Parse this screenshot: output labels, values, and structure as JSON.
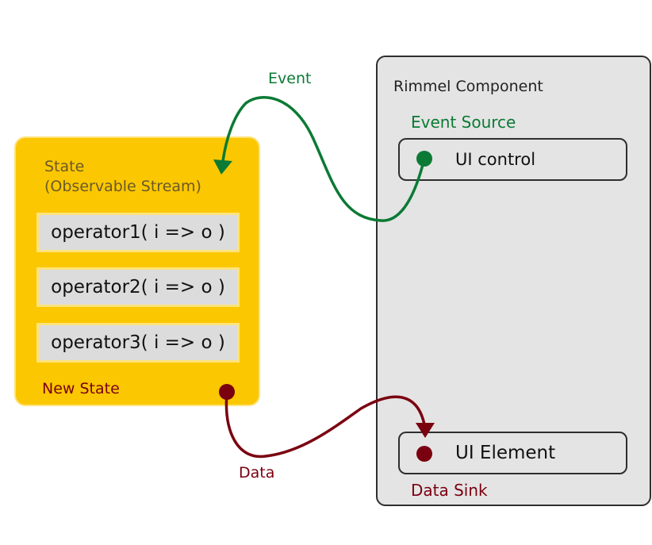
{
  "state": {
    "title": "State\n(Observable Stream)",
    "operators": [
      "operator1( i => o )",
      "operator2( i => o )",
      "operator3( i => o )"
    ],
    "new_state_label": "New State"
  },
  "component": {
    "title": "Rimmel Component",
    "event_source_label": "Event Source",
    "ui_control_label": "UI control",
    "ui_element_label": "UI Element",
    "data_sink_label": "Data Sink"
  },
  "connections": {
    "event_label": "Event",
    "data_label": "Data"
  },
  "colors": {
    "state_fill": "#fbc700",
    "component_fill": "#e4e4e4",
    "event_green": "#0b7a34",
    "data_red": "#7a0010"
  }
}
